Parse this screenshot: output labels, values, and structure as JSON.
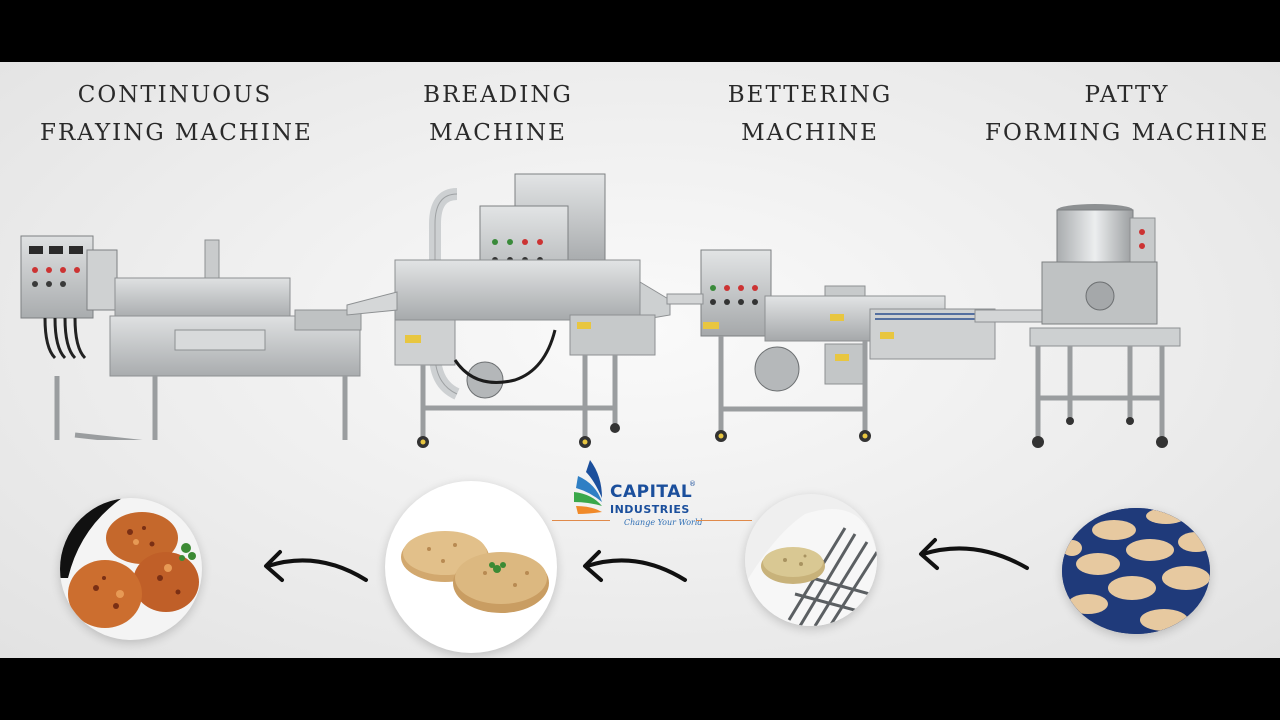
{
  "titles": {
    "fraying": [
      "CONTINUOUS",
      "FRAYING MACHINE"
    ],
    "breading": [
      "BREADING",
      "MACHINE"
    ],
    "bettering": [
      "BETTERING",
      "MACHINE"
    ],
    "patty": [
      "PATTY",
      "FORMING MACHINE"
    ]
  },
  "logo": {
    "line1": "CAPITAL",
    "line2": "INDUSTRIES",
    "tagline": "Change Your World",
    "registered": "®"
  },
  "colors": {
    "background": "#ececec",
    "steel": "#c9cbcc",
    "steel_dark": "#8d9092",
    "brand_blue": "#1b4f9c",
    "brand_green": "#3aa84a",
    "patty_raw": "#e7c9a0",
    "patty_fried": "#c5682c",
    "belt_blue": "#1f3a7a"
  }
}
